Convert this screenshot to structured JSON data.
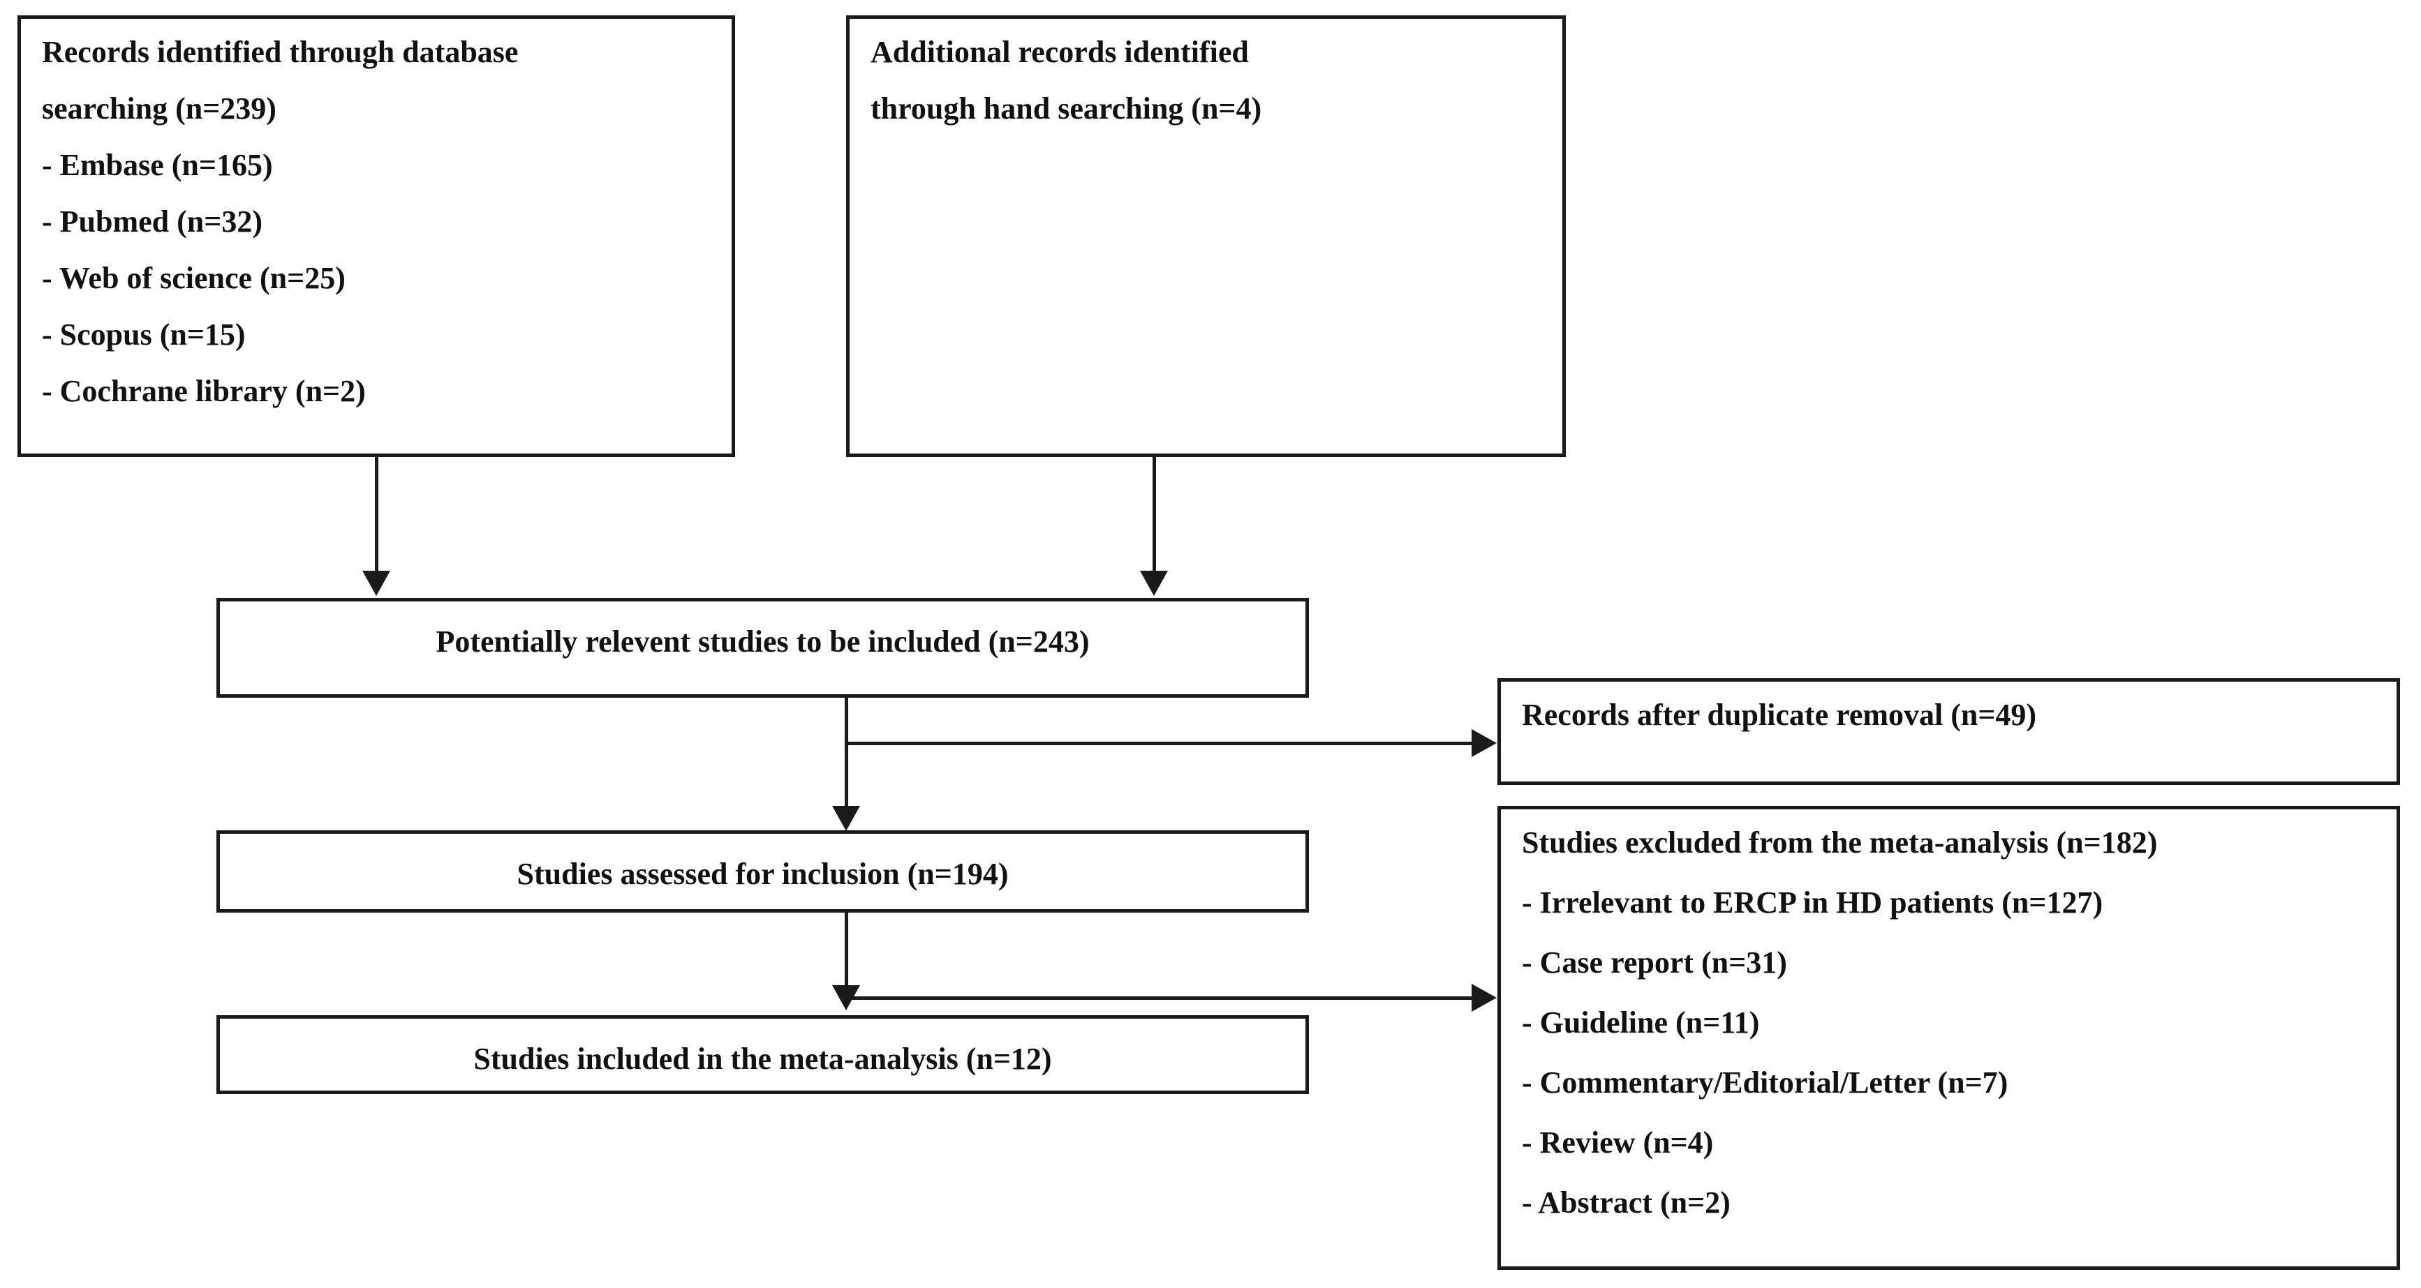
{
  "diagram": {
    "type": "prisma-flow-diagram",
    "title": "",
    "boxes": {
      "database_search": {
        "lines": [
          "Records identified through database",
          "searching (n=239)",
          "- Embase (n=165)",
          "- Pubmed (n=32)",
          "- Web of science (n=25)",
          "- Scopus (n=15)",
          "- Cochrane library  (n=2)"
        ]
      },
      "hand_search": {
        "lines": [
          "Additional records identified",
          "through hand  searching (n=4)"
        ]
      },
      "potentially_relevant": {
        "label": "Potentially relevent studies to be included (n=243)"
      },
      "assessed_for_inclusion": {
        "label": "Studies assessed for inclusion (n=194)"
      },
      "included_in_meta_analysis": {
        "label": "Studies included in the meta-analysis (n=12)"
      },
      "duplicates_removed": {
        "label": "Records after duplicate removal (n=49)"
      },
      "excluded": {
        "lines": [
          "Studies excluded from the meta-analysis (n=182)",
          "- Irrelevant to ERCP in HD patients (n=127)",
          "- Case report (n=31)",
          "- Guideline (n=11)",
          "- Commentary/Editorial/Letter (n=7)",
          "- Review (n=4)",
          "- Abstract (n=2)"
        ]
      }
    },
    "colors": {
      "border": "#1a1a1a",
      "text": "#111111",
      "background": "#ffffff"
    }
  }
}
